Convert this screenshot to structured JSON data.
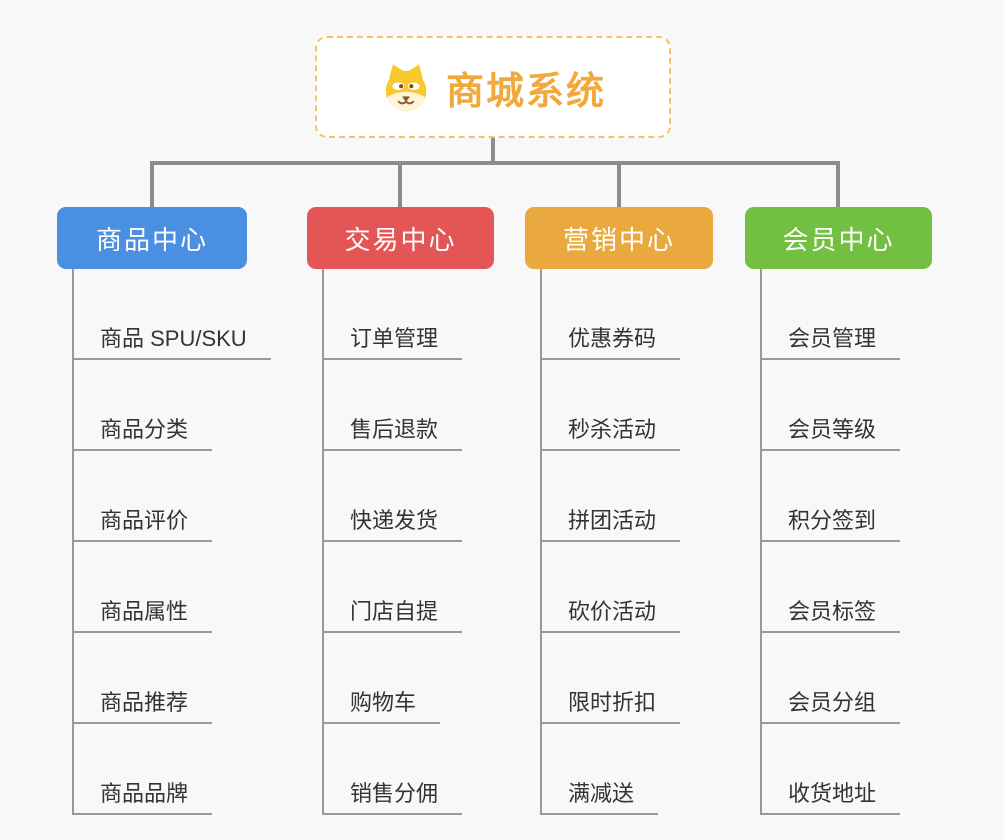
{
  "root": {
    "title": "商城系统",
    "icon": "dog-icon"
  },
  "branches": [
    {
      "id": "product-center",
      "label": "商品中心",
      "color": "#4b8fe2",
      "items": [
        "商品 SPU/SKU",
        "商品分类",
        "商品评价",
        "商品属性",
        "商品推荐",
        "商品品牌"
      ]
    },
    {
      "id": "trade-center",
      "label": "交易中心",
      "color": "#e45656",
      "items": [
        "订单管理",
        "售后退款",
        "快递发货",
        "门店自提",
        "购物车",
        "销售分佣"
      ]
    },
    {
      "id": "marketing-center",
      "label": "营销中心",
      "color": "#eaa93e",
      "items": [
        "优惠券码",
        "秒杀活动",
        "拼团活动",
        "砍价活动",
        "限时折扣",
        "满减送"
      ]
    },
    {
      "id": "member-center",
      "label": "会员中心",
      "color": "#72bf41",
      "items": [
        "会员管理",
        "会员等级",
        "积分签到",
        "会员标签",
        "会员分组",
        "收货地址"
      ]
    }
  ],
  "colors": {
    "canvas_bg": "#f8f8f8",
    "connector": "#8c8c8c",
    "child_line": "#999999",
    "child_text": "#333333",
    "root_title": "#f2a93b",
    "root_border": "#f5c26b"
  }
}
